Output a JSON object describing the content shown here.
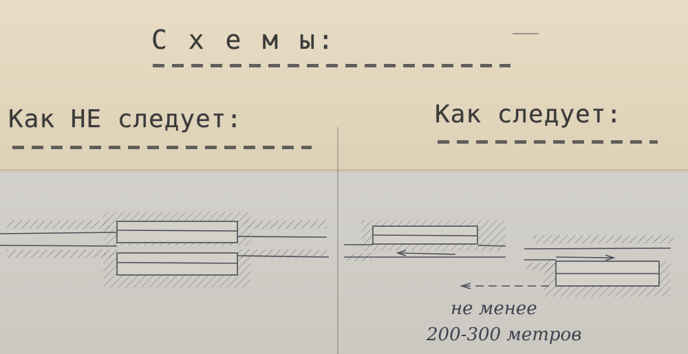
{
  "document": {
    "title": "С х е м ы:",
    "left_heading": "Как НЕ следует:",
    "right_heading": "Как следует:"
  },
  "diagram": {
    "annotation_line1": "не менее",
    "annotation_line2": "200-300 метров"
  },
  "colors": {
    "paper": "#e4d9c0",
    "sketch_paper": "#d0cdc7",
    "typewriter_ink": "#3a3a3a",
    "pencil": "#4b4e58"
  }
}
